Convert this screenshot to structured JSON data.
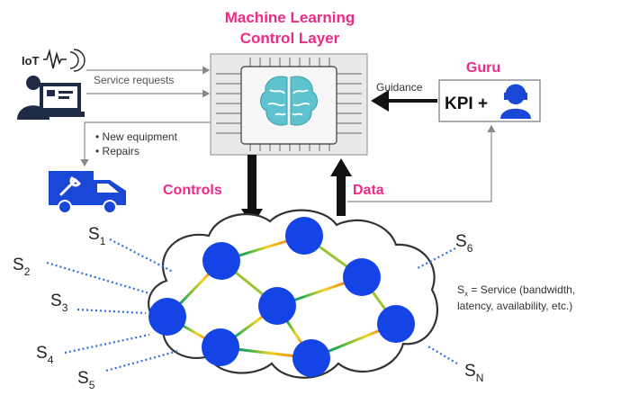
{
  "title": {
    "line1": "Machine Learning",
    "line2": "Control Layer"
  },
  "iot": {
    "label": "IoT"
  },
  "arrows": {
    "service_requests": "Service requests",
    "new_equipment": "• New equipment",
    "repairs": "• Repairs",
    "guidance": "Guidance",
    "controls": "Controls",
    "data": "Data"
  },
  "guru": {
    "label": "Guru",
    "kpi": "KPI +"
  },
  "services": {
    "s1": {
      "base": "S",
      "sub": "1"
    },
    "s2": {
      "base": "S",
      "sub": "2"
    },
    "s3": {
      "base": "S",
      "sub": "3"
    },
    "s4": {
      "base": "S",
      "sub": "4"
    },
    "s5": {
      "base": "S",
      "sub": "5"
    },
    "s6": {
      "base": "S",
      "sub": "6"
    },
    "sn": {
      "base": "S",
      "sub": "N"
    }
  },
  "legend": {
    "base": "S",
    "sub": "x",
    "line1_rest": " = Service (bandwidth,",
    "line2": "latency, availability, etc.)"
  },
  "colors": {
    "accent": "#ef2a86",
    "node": "#1544e6",
    "user": "#1f2a44",
    "truck": "#1a47d6",
    "brain": "#5ec3cf"
  }
}
